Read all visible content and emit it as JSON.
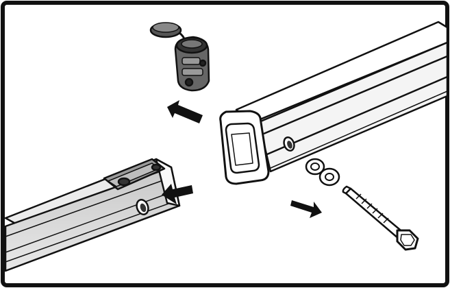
{
  "diagram": {
    "colors": {
      "line": "#111111",
      "tube_fill": "#ffffff",
      "shadow_fill": "#dcdcdc",
      "part_fill": "#555555",
      "frame": "#111111"
    },
    "parts": [
      {
        "name": "receiver-tube",
        "icon": "square-tube"
      },
      {
        "name": "hitch-insert-bar",
        "icon": "square-bar"
      },
      {
        "name": "anti-rattle-clip-with-cap",
        "icon": "locking-clip"
      },
      {
        "name": "hitch-pin-bolt",
        "icon": "bolt"
      },
      {
        "name": "washers",
        "icon": "washer"
      }
    ],
    "arrows": [
      {
        "name": "remove-clip-arrow",
        "direction": "up-left"
      },
      {
        "name": "insert-bar-arrow",
        "direction": "left"
      },
      {
        "name": "remove-bolt-arrow",
        "direction": "down-right"
      }
    ]
  }
}
